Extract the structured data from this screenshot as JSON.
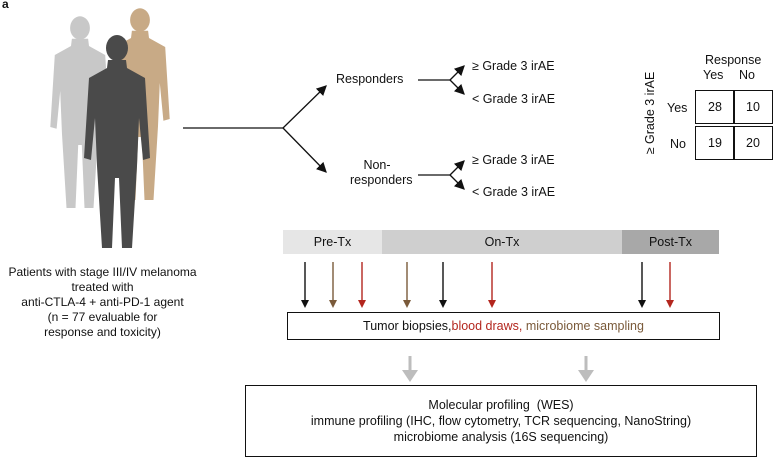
{
  "panel_label": "a",
  "patients_text": {
    "line1": "Patients with stage III/IV melanoma",
    "line2": "treated with",
    "line3": "anti-CTLA-4 + anti-PD-1 agent",
    "line4": "(n = 77 evaluable for",
    "line5": "response and toxicity)"
  },
  "branches": {
    "responders": "Responders",
    "non_responders_1": "Non-",
    "non_responders_2": "responders",
    "grade_high": "≥ Grade 3 irAE",
    "grade_low": "< Grade 3 irAE"
  },
  "table": {
    "col_header": "Response",
    "row_header": "≥ Grade 3 irAE",
    "col_yes": "Yes",
    "col_no": "No",
    "row_yes": "Yes",
    "row_no": "No",
    "c11": "28",
    "c12": "10",
    "c21": "19",
    "c22": "20"
  },
  "timeline": {
    "pre": "Pre-Tx",
    "on": "On-Tx",
    "post": "Post-Tx"
  },
  "sampling": {
    "tumor": "Tumor biopsies, ",
    "blood": "blood draws, ",
    "microbiome": "microbiome sampling"
  },
  "profiling": {
    "line1": "Molecular profiling  (WES)",
    "line2": "immune profiling (IHC, flow cytometry, TCR sequencing, NanoString)",
    "line3": "microbiome analysis (16S sequencing)"
  },
  "colors": {
    "black_arrow": "#111111",
    "brown_arrow": "#7a5a3a",
    "red_arrow": "#b3261e",
    "bar_light": "#e6e6e6",
    "bar_mid": "#cfcfcf",
    "bar_dark": "#a8a8a8",
    "down_arrow": "#bdbdbd",
    "figure_light": "#c8c8c8",
    "figure_tan": "#c8aa86",
    "figure_dark": "#4a4a4a"
  }
}
